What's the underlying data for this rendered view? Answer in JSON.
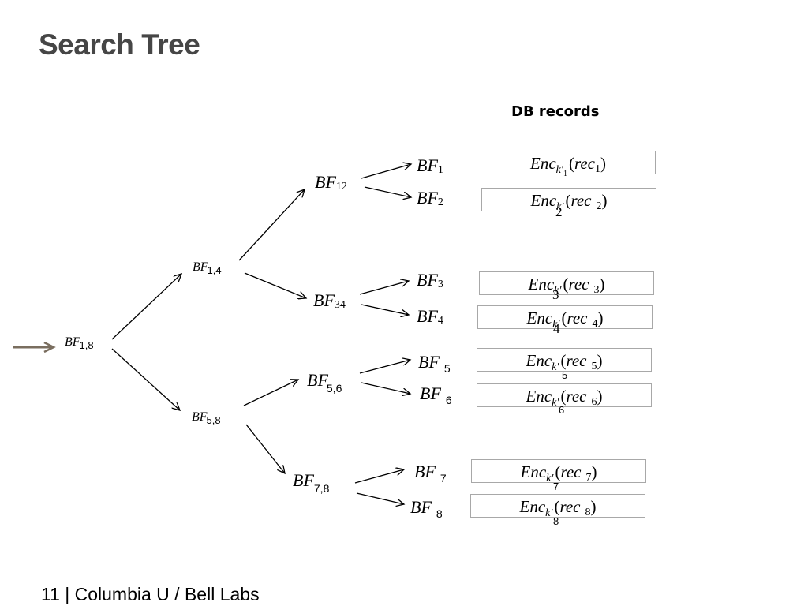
{
  "slide": {
    "title": "Search Tree",
    "db_label": "DB records",
    "footer": "11 | Columbia U / Bell Labs"
  },
  "tree": {
    "root": {
      "base": "BF",
      "sub": "1,8"
    },
    "level1": [
      {
        "base": "BF",
        "sub": "1,4"
      },
      {
        "base": "BF",
        "sub": "5,8"
      }
    ],
    "level2": [
      {
        "base": "BF",
        "sub": "12"
      },
      {
        "base": "BF",
        "sub": "34"
      },
      {
        "base": "BF",
        "sub": "5,6"
      },
      {
        "base": "BF",
        "sub": "7,8"
      }
    ],
    "leaves": [
      {
        "base": "BF",
        "sub": "1"
      },
      {
        "base": "BF",
        "sub": "2"
      },
      {
        "base": "BF",
        "sub": "3"
      },
      {
        "base": "BF",
        "sub": "4"
      },
      {
        "base": "BF",
        "sub": "5"
      },
      {
        "base": "BF",
        "sub": "6"
      },
      {
        "base": "BF",
        "sub": "7"
      },
      {
        "base": "BF",
        "sub": "8"
      }
    ]
  },
  "records": [
    {
      "enc": "Enc",
      "k": "k′",
      "k_sub": "1",
      "rec": "rec",
      "idx": "1",
      "stray": ""
    },
    {
      "enc": "Enc",
      "k": "k′",
      "k_sub": "",
      "rec": "rec",
      "idx": "2",
      "stray": "2"
    },
    {
      "enc": "Enc",
      "k": "k′",
      "k_sub": "",
      "rec": "rec",
      "idx": "3",
      "stray": "3"
    },
    {
      "enc": "Enc",
      "k": "k′",
      "k_sub": "",
      "rec": "rec",
      "idx": "4",
      "stray": "4"
    },
    {
      "enc": "Enc",
      "k": "k′",
      "k_sub": "",
      "rec": "rec",
      "idx": "5",
      "stray": "5"
    },
    {
      "enc": "Enc",
      "k": "k′",
      "k_sub": "",
      "rec": "rec",
      "idx": "6",
      "stray": "6"
    },
    {
      "enc": "Enc",
      "k": "k′",
      "k_sub": "",
      "rec": "rec",
      "idx": "7",
      "stray": "7"
    },
    {
      "enc": "Enc",
      "k": "k′",
      "k_sub": "",
      "rec": "rec",
      "idx": "8",
      "stray": "8"
    }
  ],
  "colors": {
    "title": "#464646",
    "entry_arrow": "#7a6e5f",
    "record_border": "#a8a8a8"
  }
}
